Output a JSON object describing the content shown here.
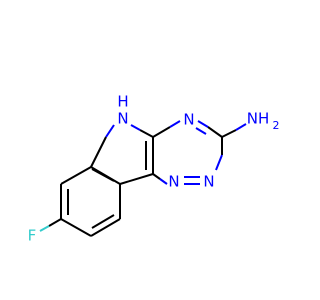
{
  "colors": {
    "background": "#ffffff",
    "carbon_bond": "#000000",
    "nitrogen": "#0000ff",
    "fluorine": "#33cccc"
  },
  "atoms": {
    "nh_ring": "N",
    "nh_ring_h": "H",
    "n4": "N",
    "nh2": "NH",
    "nh2_sub": "2",
    "n_bottom_left": "N",
    "n_bottom_right": "N",
    "fluorine": "F"
  }
}
